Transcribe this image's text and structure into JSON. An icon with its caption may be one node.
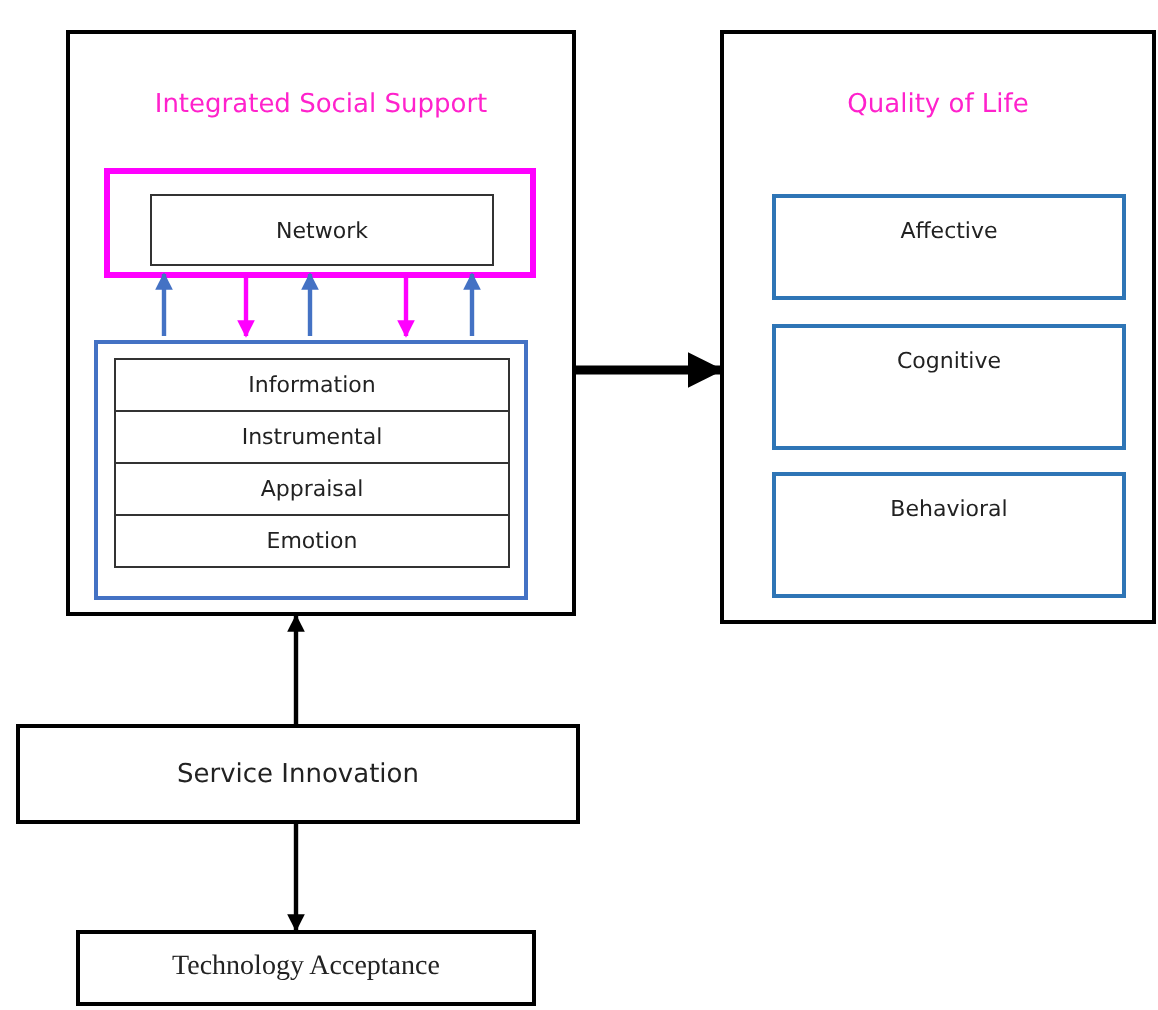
{
  "diagram": {
    "nodes": [
      {
        "text": [
          "Integrated Social Support"
        ]
      },
      {
        "text": [],
        "shape": "box",
        "in": 0
      },
      {
        "text": [
          "Network"
        ],
        "in": 1
      },
      {
        "text": [],
        "shape": "box",
        "in": 0
      },
      {
        "text": [
          "Information"
        ],
        "in": 3
      },
      {
        "text": [
          "Instrumental"
        ],
        "in": 3
      },
      {
        "text": [
          "Appraisal"
        ],
        "in": 3
      },
      {
        "text": [
          "Emotion"
        ],
        "in": 3
      },
      {
        "text": [
          "Quality of Life"
        ]
      },
      {
        "text": [
          "Affective"
        ],
        "in": 8
      },
      {
        "text": [
          "Cognitive"
        ],
        "in": 8
      },
      {
        "text": [
          "Behavioral"
        ],
        "in": 8
      },
      {
        "text": [
          "Service Innovation"
        ]
      },
      {
        "text": [
          "Technology Acceptance"
        ]
      }
    ],
    "edges": [
      {
        "from": 3,
        "to": 1,
        "arrow": "to",
        "color": "#4472c4"
      },
      {
        "from": 1,
        "to": 3,
        "arrow": "to",
        "color": "#ff00ff"
      },
      {
        "from": 3,
        "to": 1,
        "arrow": "to",
        "color": "#4472c4"
      },
      {
        "from": 1,
        "to": 3,
        "arrow": "to",
        "color": "#ff00ff"
      },
      {
        "from": 3,
        "to": 1,
        "arrow": "to",
        "color": "#4472c4"
      },
      {
        "from": 0,
        "to": 8,
        "arrow": "to",
        "style": "thick",
        "color": "#000000"
      },
      {
        "from": 12,
        "to": 0,
        "arrow": "to",
        "color": "#000000"
      },
      {
        "from": 12,
        "to": 13,
        "arrow": "to",
        "color": "#000000"
      }
    ]
  }
}
